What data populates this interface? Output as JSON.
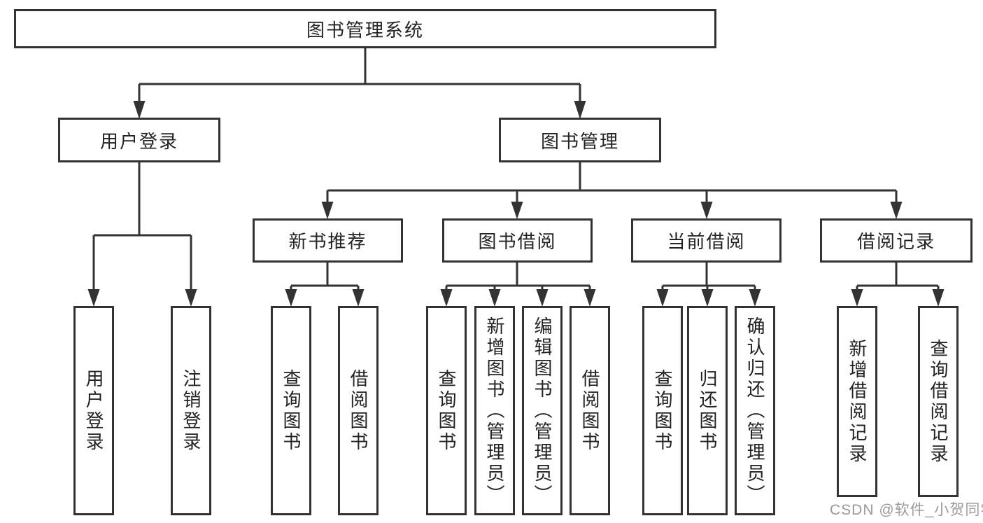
{
  "colors": {
    "line": "#333333",
    "text": "#222222",
    "box_background": "#ffffff",
    "page_background": "#ffffff",
    "watermark": "#9a9a9a"
  },
  "tree": {
    "root": {
      "label": "图书管理系统",
      "children": [
        {
          "label": "用户登录",
          "children": [
            {
              "label": "用户登录"
            },
            {
              "label": "注销登录"
            }
          ]
        },
        {
          "label": "图书管理",
          "children": [
            {
              "label": "新书推荐",
              "children": [
                {
                  "label": "查询图书"
                },
                {
                  "label": "借阅图书"
                }
              ]
            },
            {
              "label": "图书借阅",
              "children": [
                {
                  "label": "查询图书"
                },
                {
                  "label": "新增图书（管理员）"
                },
                {
                  "label": "编辑图书（管理员）"
                },
                {
                  "label": "借阅图书"
                }
              ]
            },
            {
              "label": "当前借阅",
              "children": [
                {
                  "label": "查询图书"
                },
                {
                  "label": "归还图书"
                },
                {
                  "label": "确认归还（管理员）"
                }
              ]
            },
            {
              "label": "借阅记录",
              "children": [
                {
                  "label": "新增借阅记录"
                },
                {
                  "label": "查询借阅记录"
                }
              ]
            }
          ]
        }
      ]
    }
  },
  "watermark": {
    "text": "CSDN @软件_小贺同学"
  }
}
